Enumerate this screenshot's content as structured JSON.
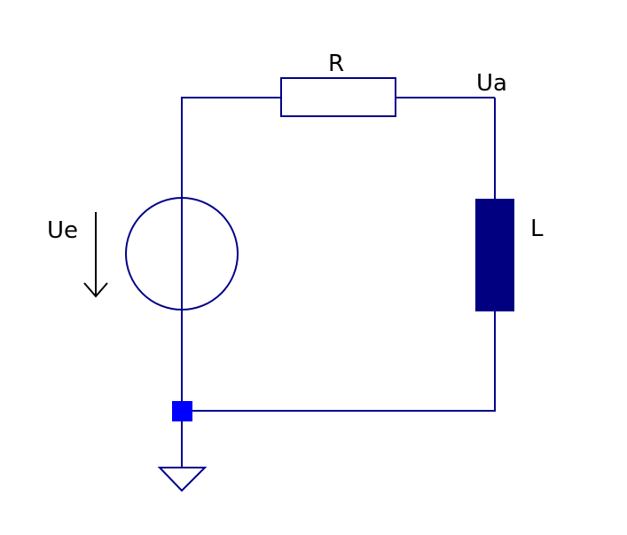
{
  "schematic": {
    "labels": {
      "resistor": "R",
      "inductor": "L",
      "input_voltage": "Ue",
      "output_voltage": "Ua"
    },
    "colors": {
      "wire": "#00008b",
      "inductor_fill": "#000080",
      "junction": "#0000ff",
      "label_text": "#000000",
      "background": "#ffffff"
    }
  }
}
